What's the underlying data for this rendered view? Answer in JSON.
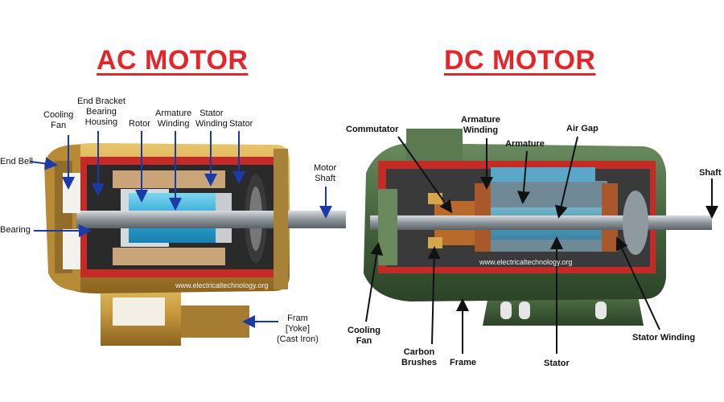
{
  "titles": {
    "ac": "AC MOTOR",
    "dc": "DC MOTOR"
  },
  "ac_labels": {
    "end_bell": "End Bell",
    "cooling_fan": "Cooling\nFan",
    "end_bracket": "End Bracket\nBearing\nHousing",
    "rotor": "Rotor",
    "armature_winding": "Armature\nWinding",
    "stator_winding": "Stator\nWinding",
    "stator": "Stator",
    "motor_shaft": "Motor\nShaft",
    "bearing": "Bearing",
    "frame": "Fram\n[Yoke]\n(Cast Iron)"
  },
  "dc_labels": {
    "commutator": "Commutator",
    "armature_winding": "Armature\nWinding",
    "armature": "Armature",
    "air_gap": "Air Gap",
    "shaft": "Shaft",
    "cooling_fan": "Cooling\nFan",
    "carbon_brushes": "Carbon\nBrushes",
    "frame": "Frame",
    "stator": "Stator",
    "stator_winding": "Stator Winding"
  },
  "watermarks": {
    "ac": "www.electricaltechnology.org",
    "dc": "www.electricaltechnology.org"
  },
  "colors": {
    "title": "#e3262b",
    "arrow": "#1a3aa8",
    "ac_body": "#c9a24a",
    "dc_body": "#3f5e3a"
  }
}
